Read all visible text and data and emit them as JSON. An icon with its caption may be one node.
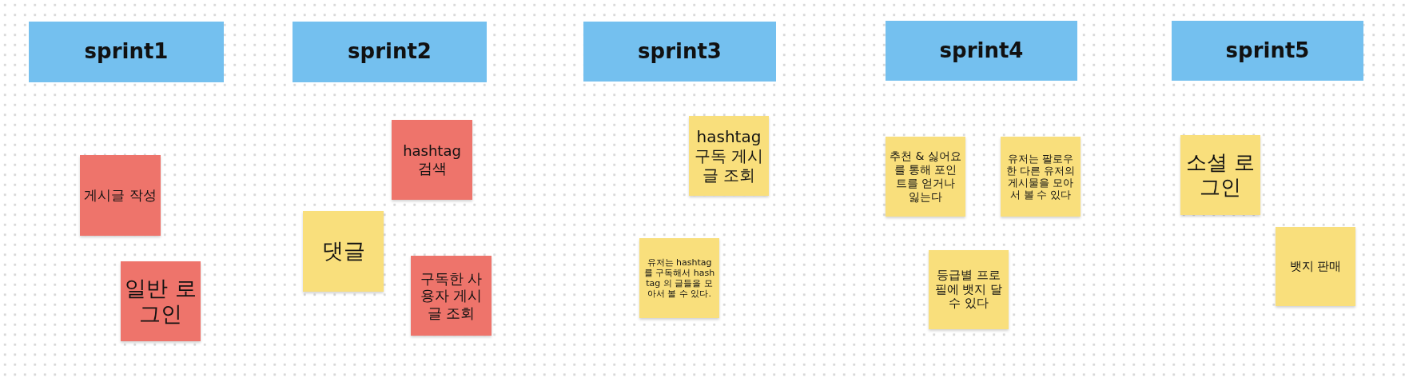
{
  "diagram": {
    "nodes": [
      {
        "text": [
          "sprint1"
        ]
      },
      {
        "text": [
          "게시글 작성"
        ]
      },
      {
        "text": [
          "일반 로그인"
        ]
      },
      {
        "text": [
          "sprint2"
        ]
      },
      {
        "text": [
          "hashtag 검색"
        ]
      },
      {
        "text": [
          "댓글"
        ]
      },
      {
        "text": [
          "구독한 사용자 게시글 조회"
        ]
      },
      {
        "text": [
          "sprint3"
        ]
      },
      {
        "text": [
          "hashtag 구독 게시글 조회"
        ]
      },
      {
        "text": [
          "유저는 hashtag 를 구독해서 hashtag 의 글들을 모아서 볼 수 있다."
        ]
      },
      {
        "text": [
          "sprint4"
        ]
      },
      {
        "text": [
          "추천 & 싫어요 를 통해 포인트를 얻거나 잃는다"
        ]
      },
      {
        "text": [
          "유저는 팔로우한 다른 유저의 게시물을 모아서 볼 수 있다"
        ]
      },
      {
        "text": [
          "등급별 프로필에 뱃지 달 수 있다"
        ]
      },
      {
        "text": [
          "sprint5"
        ]
      },
      {
        "text": [
          "소셜 로그인"
        ]
      },
      {
        "text": [
          "뱃지 판매"
        ]
      }
    ],
    "edges": []
  }
}
